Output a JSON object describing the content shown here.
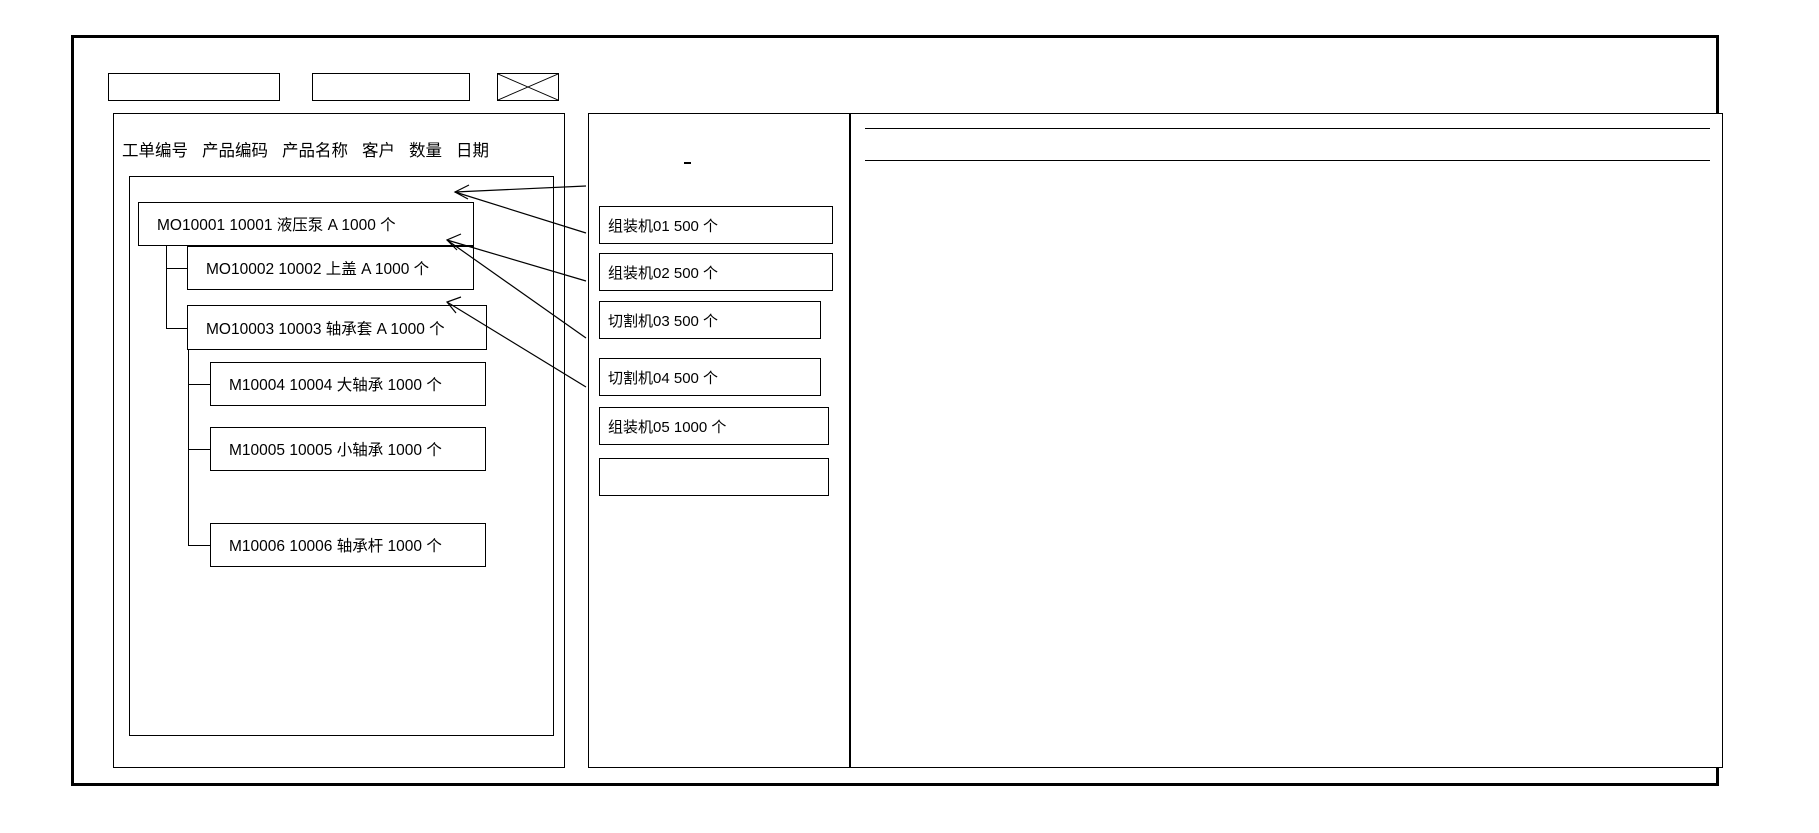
{
  "toolbar": {
    "button_1_label": "",
    "button_2_label": "",
    "image_placeholder_name": "crossed-box-image-icon"
  },
  "left_panel": {
    "column_headers": [
      "工单编号",
      "产品编码",
      "产品名称",
      "客户",
      "数量",
      "日期"
    ],
    "work_orders": [
      {
        "order_no": "MO10001",
        "product_code": "10001",
        "product_name": "液压泵",
        "customer": "A",
        "qty": "1000",
        "unit": "个",
        "level": 0,
        "text": "MO10001   10001  液压泵   A    1000 个"
      },
      {
        "order_no": "MO10002",
        "product_code": "10002",
        "product_name": "上盖",
        "customer": "A",
        "qty": "1000",
        "unit": "个",
        "level": 1,
        "text": "MO10002  10002   上盖  A   1000   个"
      },
      {
        "order_no": "MO10003",
        "product_code": "10003",
        "product_name": "轴承套",
        "customer": "A",
        "qty": "1000",
        "unit": "个",
        "level": 1,
        "text": "MO10003  10003   轴承套 A    1000    个"
      },
      {
        "order_no": "M10004",
        "product_code": "10004",
        "product_name": "大轴承",
        "customer": "",
        "qty": "1000",
        "unit": "个",
        "level": 2,
        "text": "M10004 10004  大轴承  1000   个"
      },
      {
        "order_no": "M10005",
        "product_code": "10005",
        "product_name": "小轴承",
        "customer": "",
        "qty": "1000",
        "unit": "个",
        "level": 2,
        "text": "M10005  10005  小轴承  1000   个"
      },
      {
        "order_no": "M10006",
        "product_code": "10006",
        "product_name": "轴承杆",
        "customer": "",
        "qty": "1000",
        "unit": "个",
        "level": 2,
        "text": "M10006  10006  轴承杆  1000   个"
      }
    ]
  },
  "middle_panel": {
    "tasks": [
      {
        "machine": "组装机01",
        "qty": "500",
        "unit": "个",
        "text": "组装机01    500  个"
      },
      {
        "machine": "组装机02",
        "qty": "500",
        "unit": "个",
        "text": "组装机02    500   个"
      },
      {
        "machine": "切割机03",
        "qty": "500",
        "unit": "个",
        "text": "切割机03   500   个"
      },
      {
        "machine": "切割机04",
        "qty": "500",
        "unit": "个",
        "text": "切割机04  500  个"
      },
      {
        "machine": "组装机05",
        "qty": "1000",
        "unit": "个",
        "text": "组装机05  1000 个"
      },
      {
        "machine": "",
        "qty": "",
        "unit": "",
        "text": ""
      }
    ]
  },
  "right_panel": {
    "header_text": "",
    "body_text": ""
  },
  "colors": {
    "border": "#000000",
    "background": "#ffffff",
    "text": "#000000"
  }
}
